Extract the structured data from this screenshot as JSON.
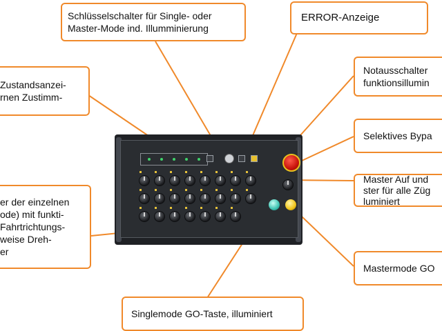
{
  "callouts": {
    "key_switch": [
      "Schlüsselschalter für Single- oder",
      "Master-Mode ind. Illumminierung"
    ],
    "error": [
      "ERROR-Anzeige"
    ],
    "status": [
      "Zustandsanzei-",
      "rnen Zustimm-"
    ],
    "emergency": [
      "Notausschalter",
      "funktionsillumin"
    ],
    "bypass": [
      "Selektives Bypa"
    ],
    "master_updown": [
      "Master Auf und",
      "ster für alle Züg",
      "luminiert"
    ],
    "regulators": [
      "er der einzelnen",
      "ode) mit funkti-",
      "Fahrtrichtungs-",
      "weise Dreh-",
      "er"
    ],
    "master_go": [
      "Mastermode GO"
    ],
    "single_go": [
      "Singlemode GO-Taste, illuminiert"
    ]
  },
  "colors": {
    "callout_border": "#f0892a",
    "leader_line": "#f0892a",
    "panel_bg": "#1f2125"
  }
}
